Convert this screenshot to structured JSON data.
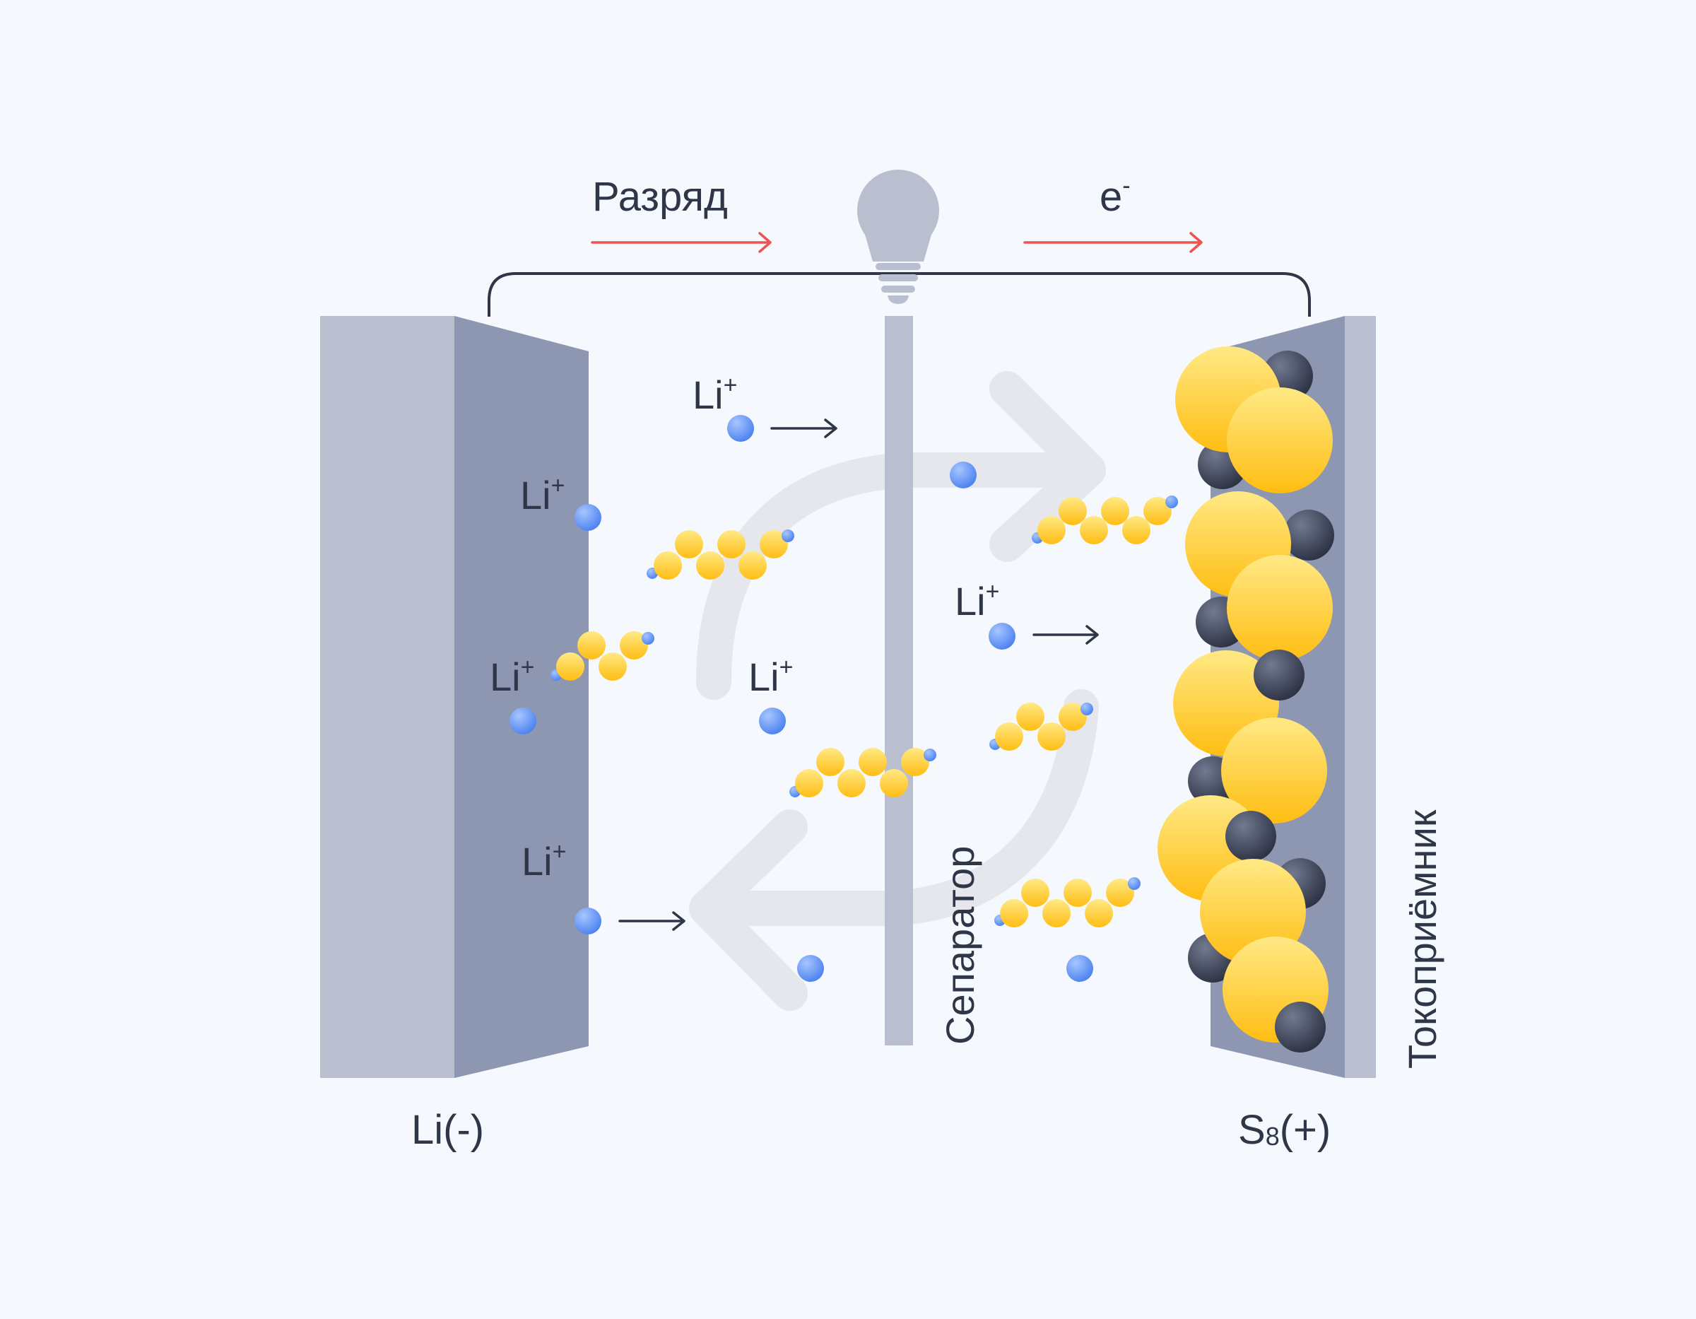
{
  "colors": {
    "background": "#f5f9fd",
    "electrode_light": "#b9bfcf",
    "electrode_dark": "#8e97b2",
    "separator": "#b9bfcf",
    "bulb": "#b9bfcf",
    "wire": "#2e3648",
    "arrow_red": "#ef5350",
    "text": "#2e3648",
    "li_ion_light": "#9ec0ff",
    "li_ion_dark": "#4d82f0",
    "sulfur_light": "#ffe47a",
    "sulfur_dark": "#ffbf1a",
    "carbon_light": "#6b7287",
    "carbon_dark": "#2f3446",
    "cycle_arrow": "#e6e8ee"
  },
  "labels": {
    "discharge": "Разряд",
    "electron": "e",
    "electron_sup": "-",
    "separator": "Сепаратор",
    "current_collector": "Токоприёмник",
    "anode": "Li(-)",
    "cathode_main": "S",
    "cathode_sub": "8",
    "cathode_suffix": "(+)",
    "li_ion": "Li",
    "li_ion_sup": "+"
  },
  "icons": {
    "bulb": "light-bulb-icon",
    "discharge_arrow": "arrow-right-icon",
    "cycle": "cycle-arrows-icon"
  }
}
